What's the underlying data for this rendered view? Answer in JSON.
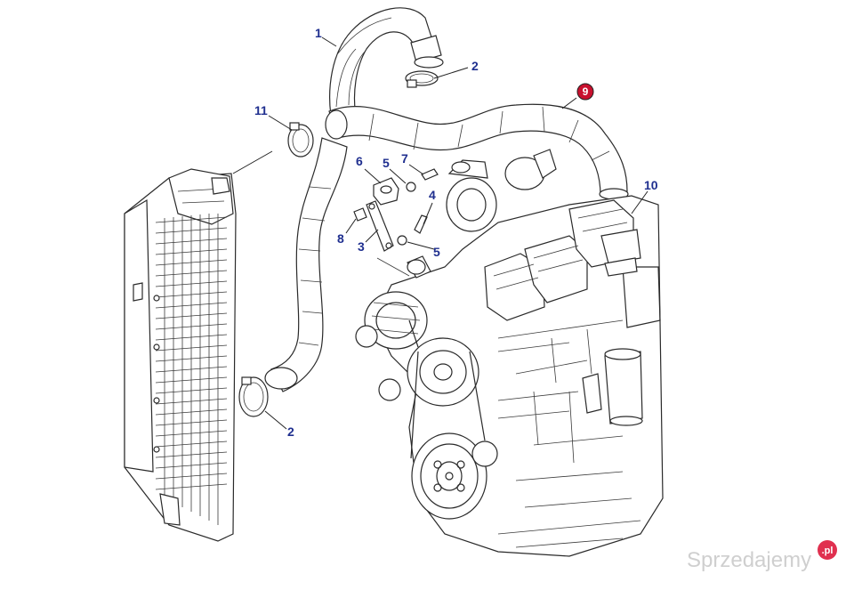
{
  "callouts": {
    "c1": "1",
    "c2a": "2",
    "c2b": "2",
    "c3": "3",
    "c4": "4",
    "c5a": "5",
    "c5b": "5",
    "c6": "6",
    "c7": "7",
    "c8": "8",
    "c9": "9",
    "c10": "10",
    "c11": "11"
  },
  "highlight_color": "#c8102e",
  "callout_color": "#1f2f8f",
  "watermark": {
    "text": "Sprzedajemy",
    "badge": ".pl"
  }
}
